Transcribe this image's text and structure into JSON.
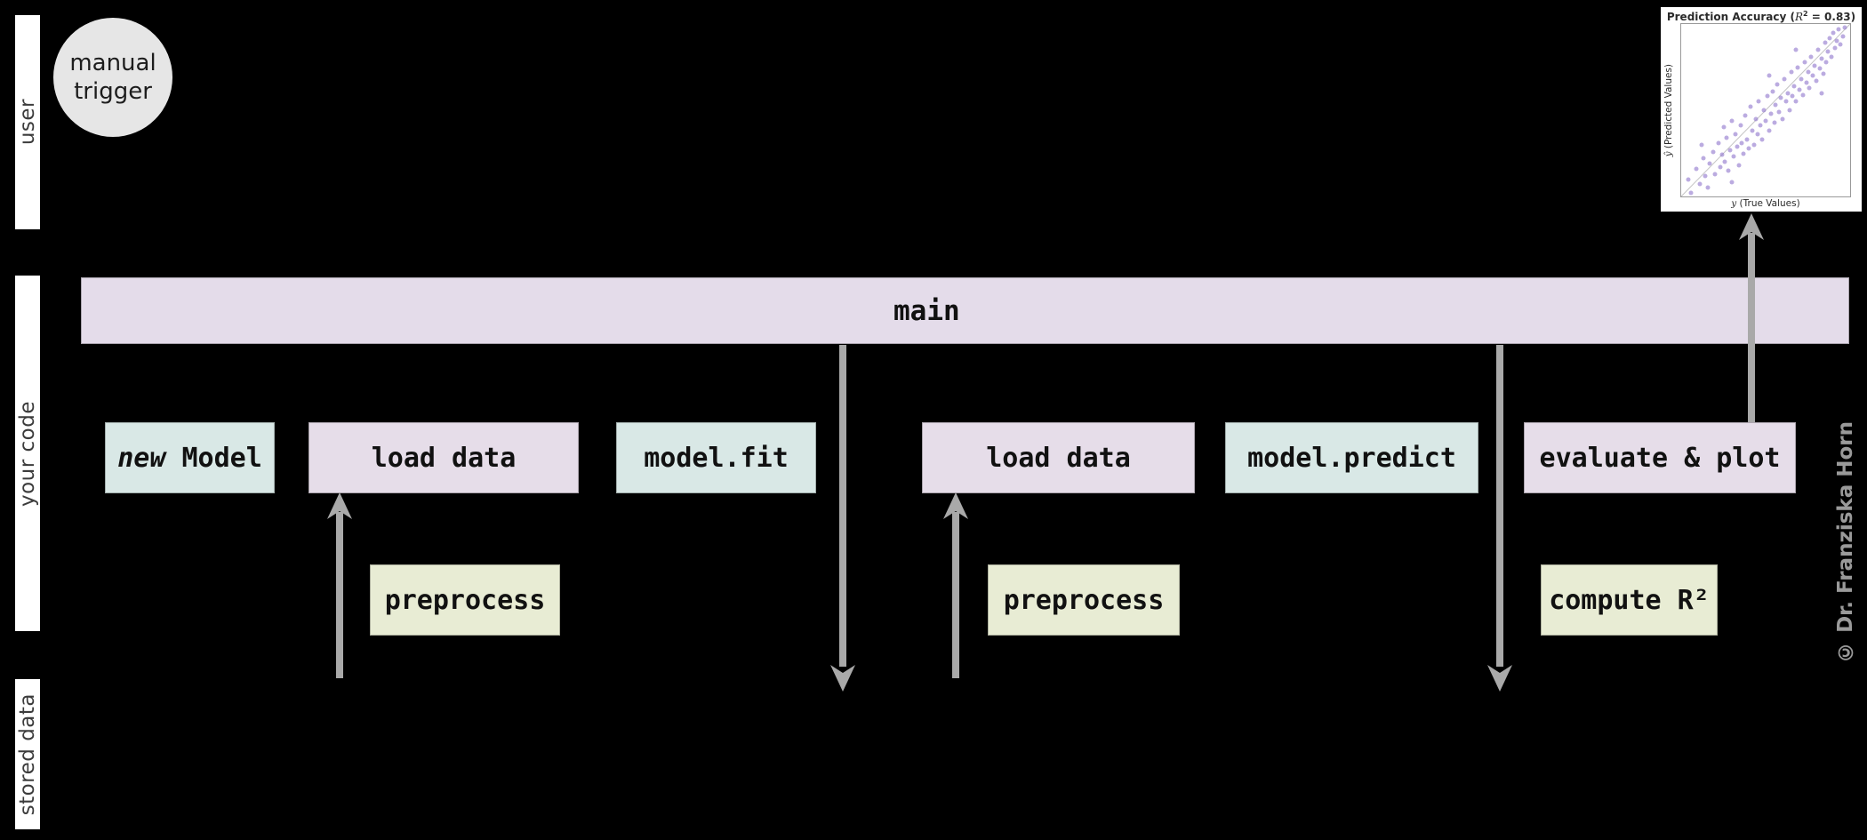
{
  "lanes": [
    {
      "label": "user"
    },
    {
      "label": "your code"
    },
    {
      "label": "stored data"
    }
  ],
  "trigger": {
    "label": "manual trigger"
  },
  "main_bar": {
    "label": "main"
  },
  "boxes": [
    {
      "id": "new-model",
      "label_italic": "new",
      "label": " Model",
      "color": "teal"
    },
    {
      "id": "load-data-1",
      "label_italic": "",
      "label": "load data",
      "color": "lavender"
    },
    {
      "id": "model-fit",
      "label_italic": "",
      "label": "model.fit",
      "color": "teal"
    },
    {
      "id": "load-data-2",
      "label_italic": "",
      "label": "load data",
      "color": "lavender"
    },
    {
      "id": "model-predict",
      "label_italic": "",
      "label": "model.predict",
      "color": "teal"
    },
    {
      "id": "evaluate-plot",
      "label_italic": "",
      "label": "evaluate & plot",
      "color": "lavender"
    },
    {
      "id": "preprocess-1",
      "label_italic": "",
      "label": "preprocess",
      "color": "green"
    },
    {
      "id": "preprocess-2",
      "label_italic": "",
      "label": "preprocess",
      "color": "green"
    },
    {
      "id": "compute-r2",
      "label_italic": "",
      "label": "compute R²",
      "color": "green"
    }
  ],
  "watermark": {
    "text": "© Dr. Franziska Horn"
  },
  "colors": {
    "background": "#000000",
    "lane_bar": "#ffffff",
    "lavender_box": "#e6dde9",
    "teal_box": "#d9e8e6",
    "green_box": "#e8ecd4",
    "trigger_circle": "#e6e6e6",
    "arrow": "#a9a9a9",
    "scatter_dot": "#9177cd",
    "watermark_text": "#9a9a9a"
  },
  "chart_data": {
    "type": "scatter",
    "title_text": "Prediction Accuracy (R² = 0.83)",
    "title_parts": {
      "pre": "Prediction Accuracy (",
      "r_var": "R",
      "exp": "2",
      "post": " = 0.83)"
    },
    "xlabel_text": "y (True Values)",
    "xlabel_parts": {
      "var": "y",
      "rest": " (True Values)"
    },
    "ylabel_text": "ŷ (Predicted Values)",
    "ylabel_parts": {
      "var": "ŷ",
      "rest": " (Predicted Values)"
    },
    "r_squared": 0.83,
    "xlim": [
      0,
      100
    ],
    "ylim": [
      0,
      100
    ],
    "identity_line": true,
    "legend": "none",
    "grid": false,
    "points": [
      [
        4,
        10
      ],
      [
        6,
        2
      ],
      [
        9,
        16
      ],
      [
        11,
        7
      ],
      [
        13,
        22
      ],
      [
        14,
        12
      ],
      [
        16,
        5
      ],
      [
        17,
        19
      ],
      [
        19,
        26
      ],
      [
        20,
        13
      ],
      [
        22,
        31
      ],
      [
        23,
        17
      ],
      [
        24,
        24
      ],
      [
        25,
        40
      ],
      [
        26,
        20
      ],
      [
        27,
        34
      ],
      [
        28,
        15
      ],
      [
        29,
        27
      ],
      [
        30,
        44
      ],
      [
        31,
        23
      ],
      [
        32,
        36
      ],
      [
        33,
        29
      ],
      [
        34,
        18
      ],
      [
        35,
        41
      ],
      [
        36,
        31
      ],
      [
        37,
        25
      ],
      [
        38,
        47
      ],
      [
        39,
        33
      ],
      [
        40,
        28
      ],
      [
        41,
        52
      ],
      [
        42,
        38
      ],
      [
        43,
        30
      ],
      [
        44,
        45
      ],
      [
        45,
        36
      ],
      [
        46,
        55
      ],
      [
        47,
        41
      ],
      [
        48,
        33
      ],
      [
        49,
        50
      ],
      [
        50,
        44
      ],
      [
        51,
        58
      ],
      [
        52,
        38
      ],
      [
        53,
        48
      ],
      [
        54,
        61
      ],
      [
        55,
        43
      ],
      [
        56,
        53
      ],
      [
        57,
        65
      ],
      [
        58,
        49
      ],
      [
        59,
        57
      ],
      [
        60,
        45
      ],
      [
        61,
        68
      ],
      [
        62,
        55
      ],
      [
        63,
        60
      ],
      [
        64,
        50
      ],
      [
        65,
        72
      ],
      [
        66,
        58
      ],
      [
        67,
        64
      ],
      [
        68,
        55
      ],
      [
        69,
        75
      ],
      [
        70,
        62
      ],
      [
        71,
        68
      ],
      [
        72,
        59
      ],
      [
        73,
        78
      ],
      [
        74,
        66
      ],
      [
        75,
        72
      ],
      [
        76,
        63
      ],
      [
        77,
        81
      ],
      [
        78,
        70
      ],
      [
        79,
        76
      ],
      [
        80,
        67
      ],
      [
        81,
        85
      ],
      [
        82,
        74
      ],
      [
        83,
        80
      ],
      [
        84,
        71
      ],
      [
        85,
        89
      ],
      [
        86,
        78
      ],
      [
        87,
        84
      ],
      [
        88,
        92
      ],
      [
        89,
        81
      ],
      [
        90,
        95
      ],
      [
        91,
        86
      ],
      [
        92,
        90
      ],
      [
        93,
        97
      ],
      [
        94,
        88
      ],
      [
        96,
        93
      ],
      [
        97,
        98
      ],
      [
        30,
        8
      ],
      [
        52,
        70
      ],
      [
        68,
        85
      ],
      [
        12,
        30
      ],
      [
        83,
        60
      ]
    ]
  }
}
